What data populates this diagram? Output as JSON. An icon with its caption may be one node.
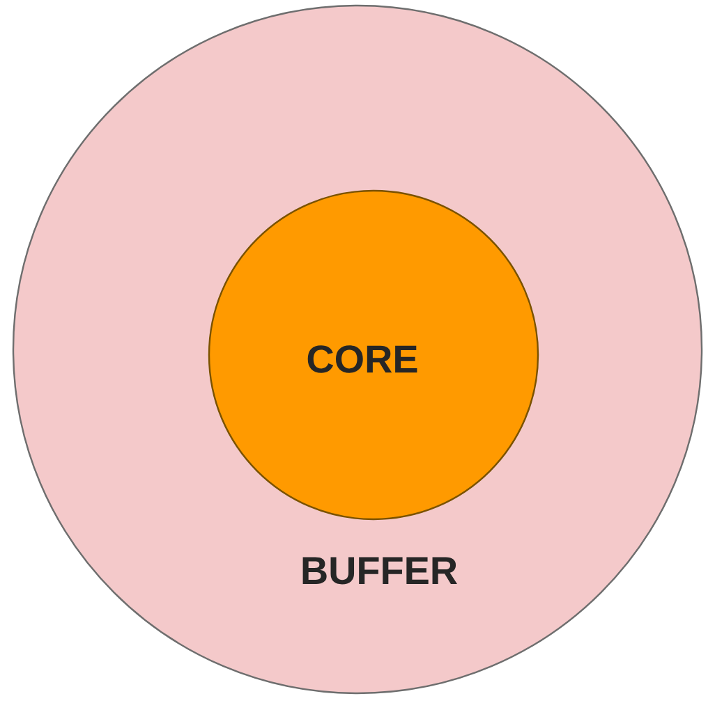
{
  "diagram": {
    "nodes": [
      {
        "text": [
          "BUFFER"
        ]
      },
      {
        "text": [
          "CORE"
        ],
        "in": 0
      }
    ]
  }
}
